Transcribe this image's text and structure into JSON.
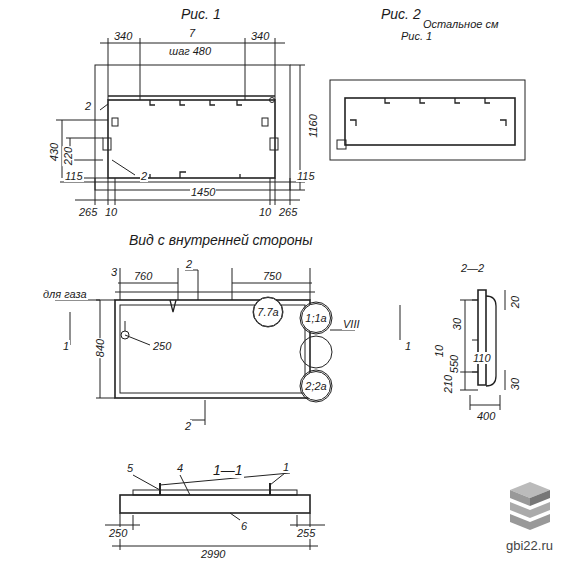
{
  "diagram": {
    "nodes": [
      {
        "text": [
          "7.7а"
        ]
      },
      {
        "text": [
          "1;1а"
        ]
      },
      {
        "text": [
          "2;2а"
        ]
      }
    ],
    "labels": [
      "Рис. 1",
      "Рис. 2",
      "Остальное см",
      "Рис. 1",
      "340",
      "7",
      "шаг 480",
      "340",
      "2",
      "1160",
      "430",
      "220",
      "2",
      "115",
      "265",
      "10",
      "1450",
      "10",
      "265",
      "115",
      "Вид с внутренней стороны",
      "3",
      "для газа",
      "760",
      "2",
      "750",
      "1",
      "1",
      "250",
      "840",
      "VIII",
      "2",
      "2—2",
      "20",
      "30",
      "10",
      "550",
      "110",
      "210",
      "30",
      "400",
      "5",
      "4",
      "1—1",
      "1",
      "250",
      "6",
      "255",
      "2990",
      "gbi22.ru"
    ]
  }
}
